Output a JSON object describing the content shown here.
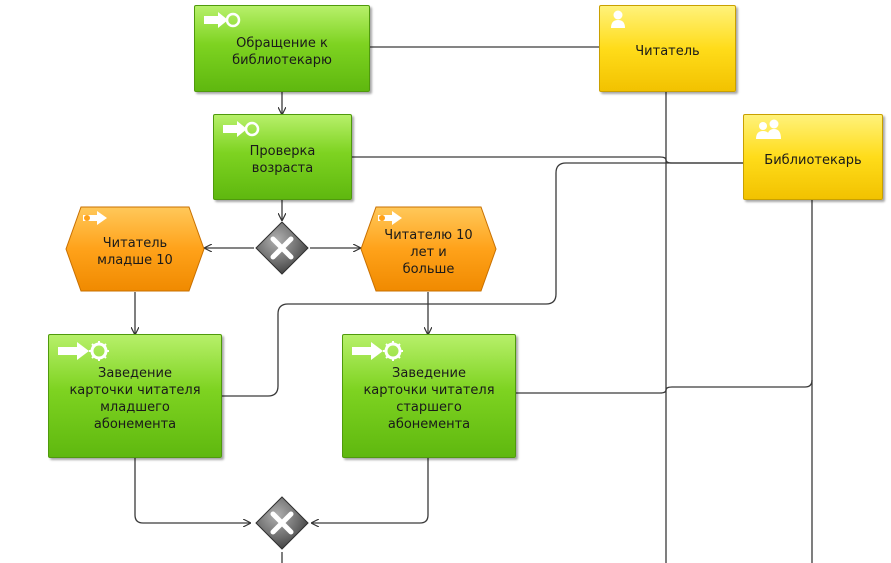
{
  "functions": {
    "appeal": "Обращение к\nбиблиотекарю",
    "age_check": "Проверка\nвозраста",
    "card_junior": "Заведение\nкарточки читателя\nмладшего\nабонемента",
    "card_senior": "Заведение\nкарточки читателя\nстаршего\nабонемента"
  },
  "roles": {
    "reader": "Читатель",
    "librarian": "Библиотекарь"
  },
  "events": {
    "under_10": "Читатель\nмладше 10",
    "over_10": "Читателю 10\nлет и\nбольше"
  },
  "gateways": [
    "xor",
    "xor"
  ],
  "colors": {
    "function": "#7ed321",
    "role": "#ffdc1a",
    "event": "#ffa500",
    "gateway": "#6e6e6e"
  }
}
